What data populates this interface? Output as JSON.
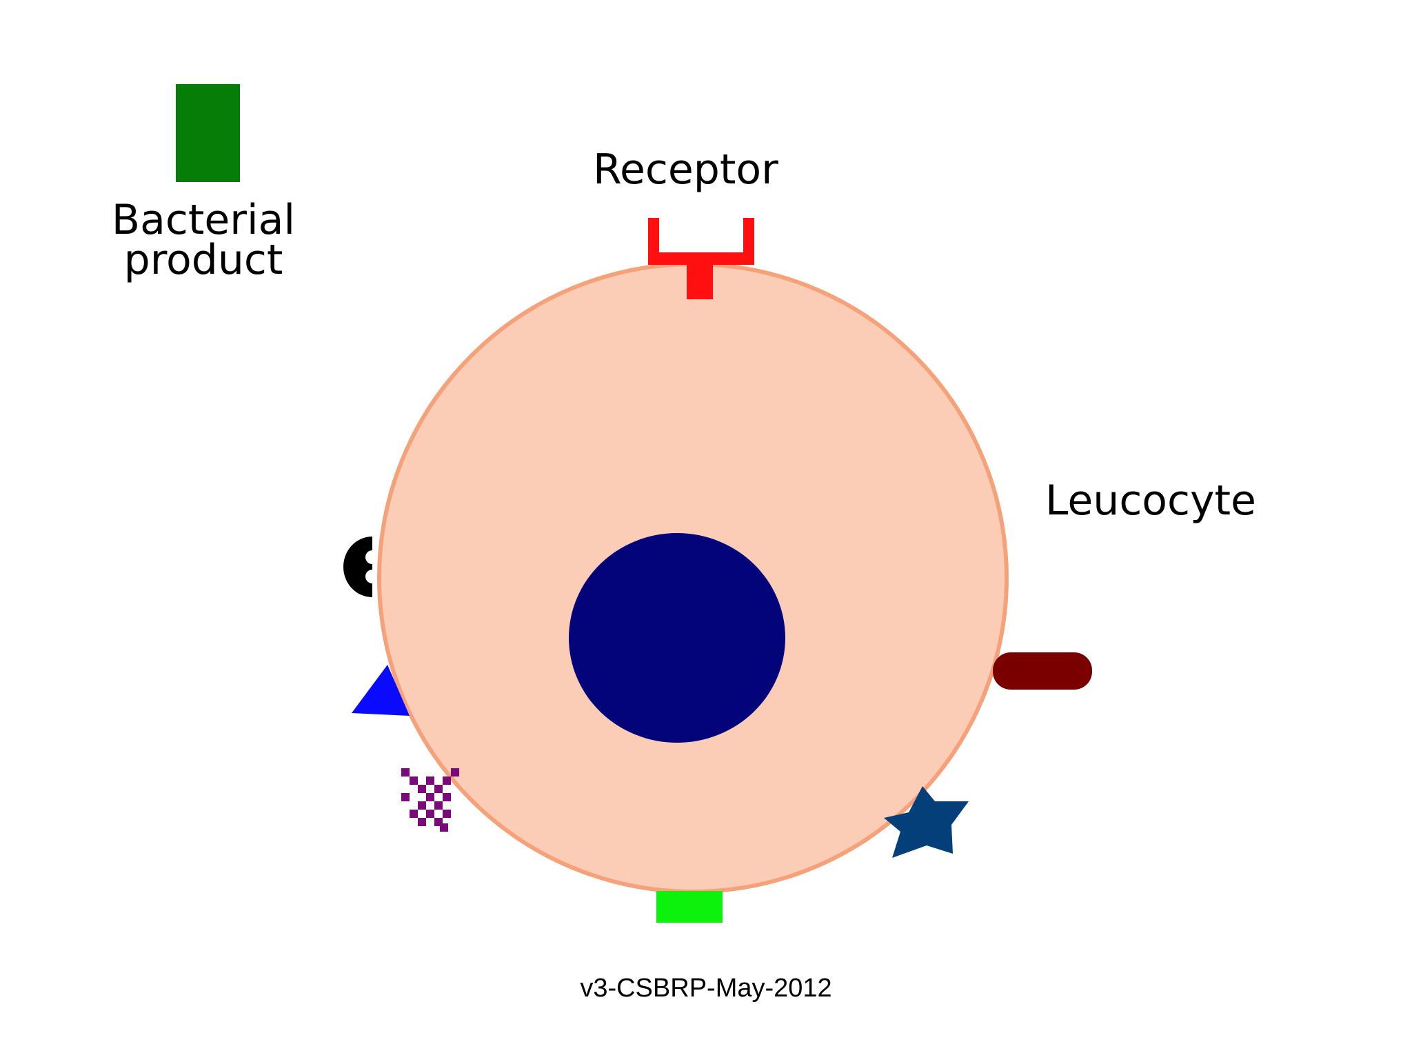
{
  "labels": {
    "bacterial_product": "Bacterial product",
    "receptor": "Receptor",
    "leucocyte": "Leucocyte",
    "footer": "v3-CSBRP-May-2012"
  },
  "colors": {
    "background": "#ffffff",
    "bacterial_product": "#067d06",
    "cell_fill": "#fccdb6",
    "cell_outline": "#f5a27a",
    "nucleus": "#04047a",
    "receptor": "#ff0f0f",
    "black_receptor": "#000000",
    "triangle_receptor": "#0a0aff",
    "cross_receptor": "#7a0a7a",
    "star_receptor": "#053f7a",
    "green_receptor": "#0df20d",
    "rod_receptor": "#7a0000"
  }
}
